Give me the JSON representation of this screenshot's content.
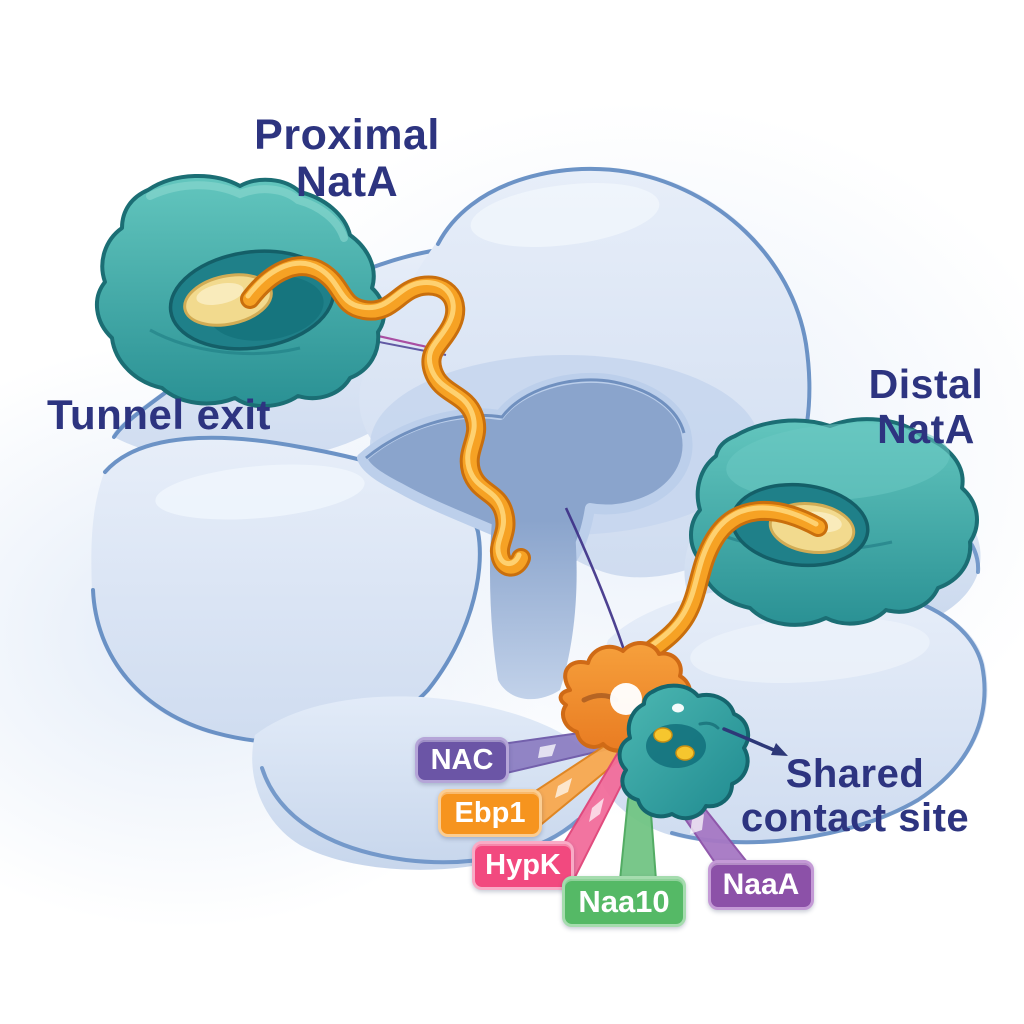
{
  "figure": {
    "type": "scientific-illustration",
    "subject": "Ribosome with proximal and distal NatA complexes and nascent chains",
    "labels": {
      "proximal": {
        "line1": "Proximal",
        "line2": "NatA"
      },
      "distal": {
        "line1": "Distal",
        "line2": "NatA"
      },
      "tunnel_exit": "Tunnel exit",
      "shared_contact": {
        "line1": "Shared",
        "line2": "contact site"
      }
    },
    "badges": [
      {
        "id": "nac",
        "label": "NAC",
        "color": "#6b55a6"
      },
      {
        "id": "ebp1",
        "label": "Ebp1",
        "color": "#f6941e"
      },
      {
        "id": "hypk",
        "label": "HypK",
        "color": "#f2497f"
      },
      {
        "id": "naa10",
        "label": "Naa10",
        "color": "#55b966"
      },
      {
        "id": "naaa",
        "label": "NaaA",
        "color": "#8c51a8"
      }
    ],
    "colors": {
      "label_text": "#2d3480",
      "ribosome_fill": "#d8e4f4",
      "ribosome_outline": "#5e88c0",
      "intersubunit_cavity": "#8aa4cc",
      "nata_fill": "#2f9b9d",
      "nata_outline": "#1b6e74",
      "nata_pocket": "#1f8089",
      "substrate_oval": "#f2da8e",
      "nascent_chain": "#f6a224",
      "contact_protein_orange": "#f08a2e",
      "contact_protein_teal": "#2fa5a5",
      "arrow": "#2d3878",
      "badge_text": "#ffffff"
    }
  }
}
